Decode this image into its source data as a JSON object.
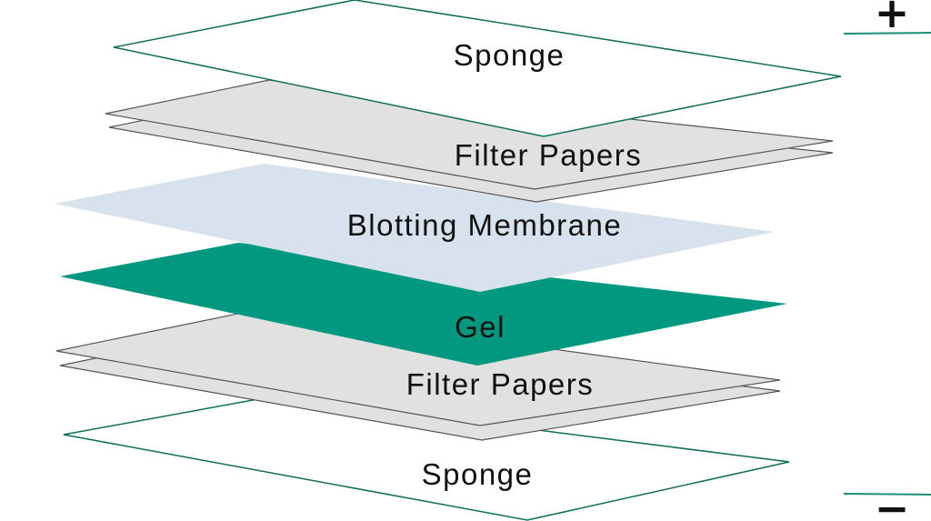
{
  "layers": [
    {
      "id": "sponge-top",
      "label": "Sponge"
    },
    {
      "id": "filter-papers-top",
      "label": "Filter Papers"
    },
    {
      "id": "blotting-membrane",
      "label": "Blotting Membrane"
    },
    {
      "id": "gel",
      "label": "Gel"
    },
    {
      "id": "filter-papers-bottom",
      "label": "Filter Papers"
    },
    {
      "id": "sponge-bottom",
      "label": "Sponge"
    }
  ],
  "electrodes": {
    "positive": "+",
    "negative": "−"
  },
  "colors": {
    "sponge_fill": "#ffffff",
    "sponge_stroke": "#0f6e5a",
    "paper_fill": "#e1e1e1",
    "paper_stroke": "#555555",
    "membrane_fill": "#d8e2ee",
    "gel_fill": "#019880",
    "electrode_line": "#1a8f76"
  }
}
